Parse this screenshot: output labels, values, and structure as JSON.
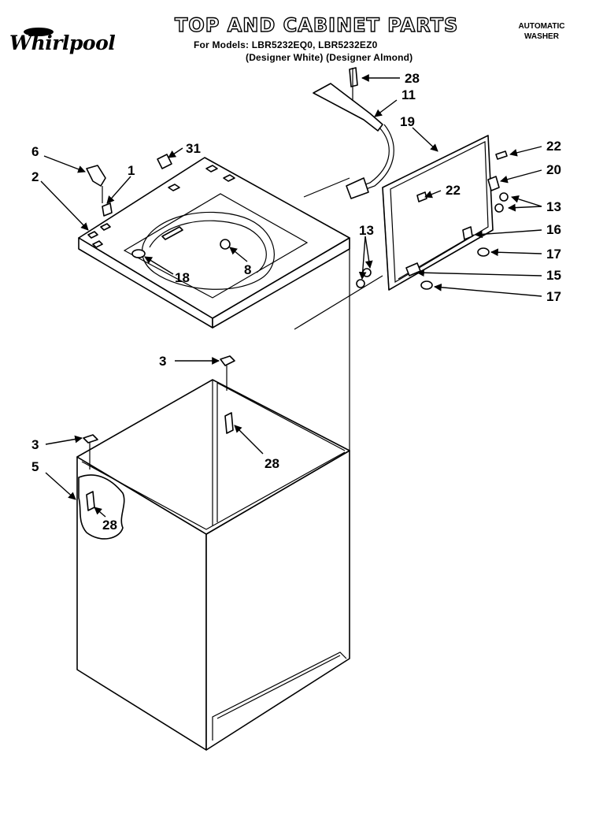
{
  "header": {
    "brand": "Whirlpool",
    "title": "TOP AND CABINET PARTS",
    "models_line": "For Models: LBR5232EQ0, LBR5232EZ0",
    "colors_line": "(Designer White) (Designer Almond)",
    "product_type_line1": "AUTOMATIC",
    "product_type_line2": "WASHER"
  },
  "callouts": {
    "c28_hinge_screw": "28",
    "c11_harness": "11",
    "c19_lid": "19",
    "c22_right": "22",
    "c20": "20",
    "c13_right": "13",
    "c16": "16",
    "c17_upper": "17",
    "c15": "15",
    "c17_lower": "17",
    "c22_inner": "22",
    "c13_left": "13",
    "c6": "6",
    "c31": "31",
    "c1": "1",
    "c2": "2",
    "c18": "18",
    "c8": "8",
    "c3_top": "3",
    "c28_rear": "28",
    "c3_left": "3",
    "c5": "5",
    "c28_inside": "28"
  }
}
